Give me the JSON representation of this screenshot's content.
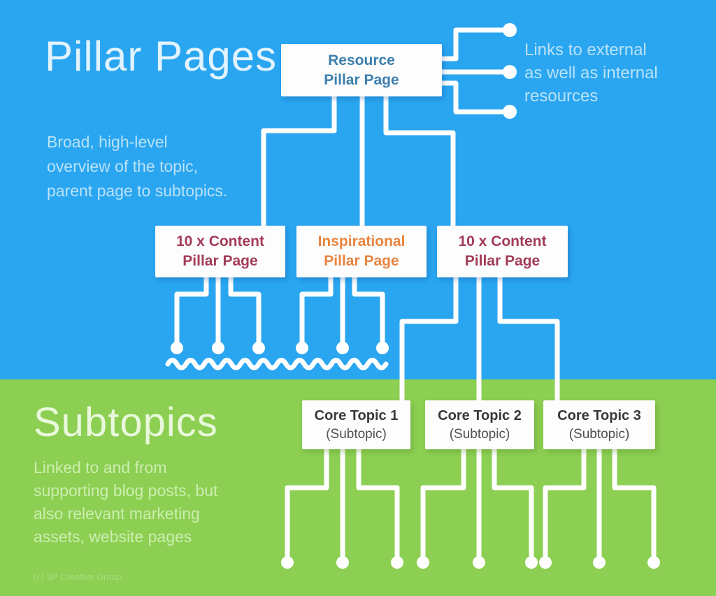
{
  "pillar_section": {
    "title_lines": [
      "Pillar",
      "Pages"
    ],
    "subtitle_lines": [
      "Broad, high-level",
      "overview of the topic,",
      "parent page to subtopics."
    ],
    "annotation_lines": [
      "Links to external",
      "as well as internal",
      "resources"
    ]
  },
  "subtopics_section": {
    "title": "Subtopics",
    "subtitle_lines": [
      "Linked to and from",
      "supporting blog posts, but",
      "also relevant marketing",
      "assets, website pages"
    ],
    "copyright": "(c) 3P Creative Group"
  },
  "nodes": {
    "resource_pillar": {
      "lines": [
        "Resource",
        "Pillar Page"
      ]
    },
    "content_pillar_left": {
      "lines": [
        "10 x Content",
        "Pillar Page"
      ]
    },
    "inspirational_pillar": {
      "lines": [
        "Inspirational",
        "Pillar Page"
      ]
    },
    "content_pillar_right": {
      "lines": [
        "10 x Content",
        "Pillar Page"
      ]
    },
    "core_topic_1": {
      "title": "Core Topic 1",
      "subtitle": "(Subtopic)"
    },
    "core_topic_2": {
      "title": "Core Topic 2",
      "subtitle": "(Subtopic)"
    },
    "core_topic_3": {
      "title": "Core Topic 3",
      "subtitle": "(Subtopic)"
    }
  },
  "colors": {
    "blue_background": "#2aa6f1",
    "green_background": "#8ccf52",
    "connector": "#ffffff",
    "resource_text": "#3c7fae",
    "content_text": "#a23c58",
    "inspirational_text": "#e78440",
    "core_topic_text": "#383838",
    "light_blue_text": "#b9e2f7",
    "light_green_text": "#cdeeb0"
  }
}
